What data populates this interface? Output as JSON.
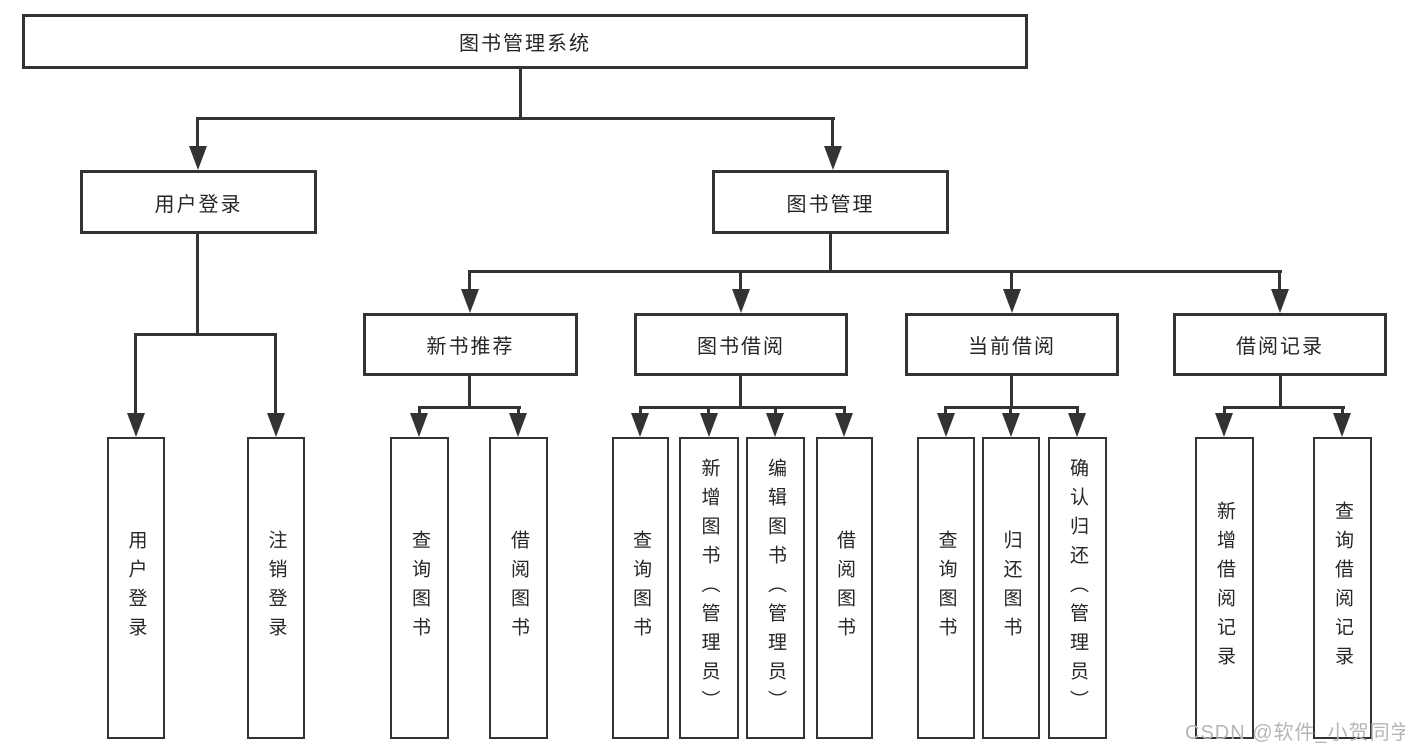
{
  "diagram": {
    "root": {
      "label": "图书管理系统"
    },
    "level2": [
      {
        "label": "用户登录"
      },
      {
        "label": "图书管理"
      }
    ],
    "level3": [
      {
        "label": "新书推荐"
      },
      {
        "label": "图书借阅"
      },
      {
        "label": "当前借阅"
      },
      {
        "label": "借阅记录"
      }
    ],
    "leaves": {
      "login": [
        "用户登录",
        "注销登录"
      ],
      "recommend": [
        "查询图书",
        "借阅图书"
      ],
      "borrow": [
        "查询图书",
        "新增图书（管理员）",
        "编辑图书（管理员）",
        "借阅图书"
      ],
      "current": [
        "查询图书",
        "归还图书",
        "确认归还（管理员）"
      ],
      "records": [
        "新增借阅记录",
        "查询借阅记录"
      ]
    }
  },
  "watermark": {
    "text": "CSDN @软件_小贺同学"
  },
  "colors": {
    "line": "#333333",
    "text": "#262626",
    "watermark": "#b3b7bb",
    "background": "#ffffff"
  }
}
